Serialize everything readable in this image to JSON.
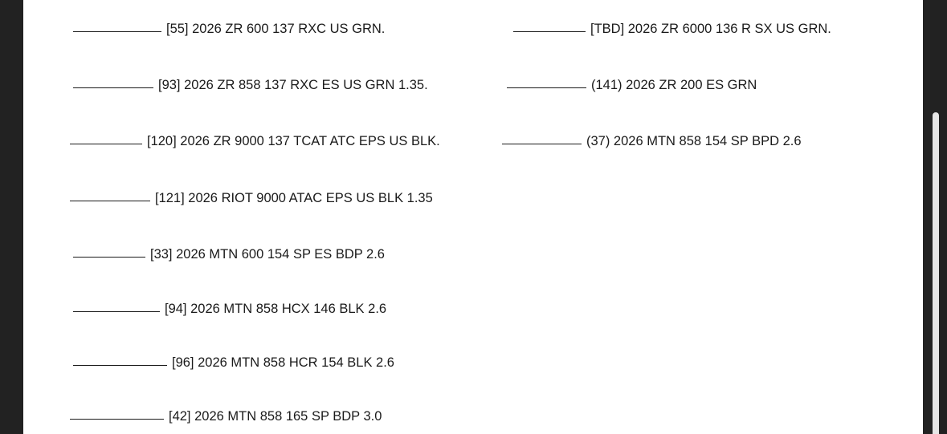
{
  "document": {
    "left_column": [
      {
        "line": "____________",
        "text": "[55] 2026 ZR 600 137 RXC US GRN."
      },
      {
        "line": "____________",
        "text": "[93] 2026 ZR 858 137 RXC ES US GRN 1.35."
      },
      {
        "line": "__________",
        "text": "[120] 2026 ZR 9000 137 TCAT ATC EPS US BLK."
      },
      {
        "line": "___________",
        "text": "[121] 2026 RIOT 9000 ATAC EPS US BLK 1.35"
      },
      {
        "line": "__________",
        "text": "[33] 2026 MTN 600 154 SP ES BDP 2.6"
      },
      {
        "line": "____________",
        "text": "[94] 2026 MTN 858 HCX 146 BLK 2.6"
      },
      {
        "line": "_____________",
        "text": "[96] 2026 MTN 858 HCR 154 BLK 2.6"
      },
      {
        "line": "_____________",
        "text": "[42] 2026 MTN 858 165 SP BDP 3.0"
      }
    ],
    "right_column": [
      {
        "line": "__________",
        "text": "[TBD] 2026 ZR 6000 136 R SX US GRN."
      },
      {
        "line": "___________",
        "text": "(141) 2026 ZR 200 ES GRN"
      },
      {
        "line": "___________",
        "text": "(37) 2026 MTN 858 154 SP BPD 2.6"
      }
    ]
  }
}
